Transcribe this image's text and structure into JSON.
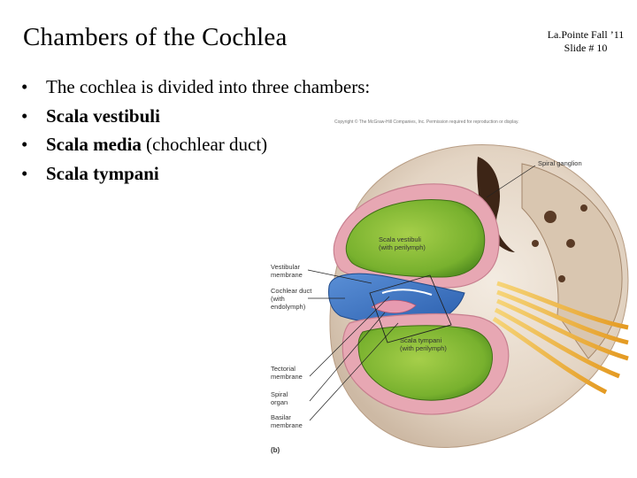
{
  "slide": {
    "title": "Chambers of the Cochlea",
    "meta_line1": "La.Pointe Fall ’11",
    "meta_line2": "Slide # 10"
  },
  "bullets": [
    {
      "bullet": "•",
      "text": "The cochlea is divided into three chambers:",
      "detail": ""
    },
    {
      "bullet": "•",
      "text": "Scala vestibuli",
      "detail": ""
    },
    {
      "bullet": "•",
      "text": "Scala media",
      "detail": " (chochlear duct)"
    },
    {
      "bullet": "•",
      "text": "Scala tympani",
      "detail": ""
    }
  ],
  "figure": {
    "copyright": "Copyright © The McGraw-Hill Companies, Inc. Permission required for reproduction or display.",
    "labels": {
      "spiral_ganglion": "Spiral ganglion",
      "scala_vestibuli_1": "Scala vestibuli",
      "scala_vestibuli_2": "(with perilymph)",
      "vestibular_membrane_1": "Vestibular",
      "vestibular_membrane_2": "membrane",
      "cochlear_duct_1": "Cochlear duct",
      "cochlear_duct_2": "(with",
      "cochlear_duct_3": "endolymph)",
      "scala_tympani_1": "Scala tympani",
      "scala_tympani_2": "(with perilymph)",
      "tectorial_membrane_1": "Tectorial",
      "tectorial_membrane_2": "membrane",
      "spiral_organ_1": "Spiral",
      "spiral_organ_2": "organ",
      "basilar_membrane_1": "Basilar",
      "basilar_membrane_2": "membrane",
      "panel": "(b)"
    }
  }
}
